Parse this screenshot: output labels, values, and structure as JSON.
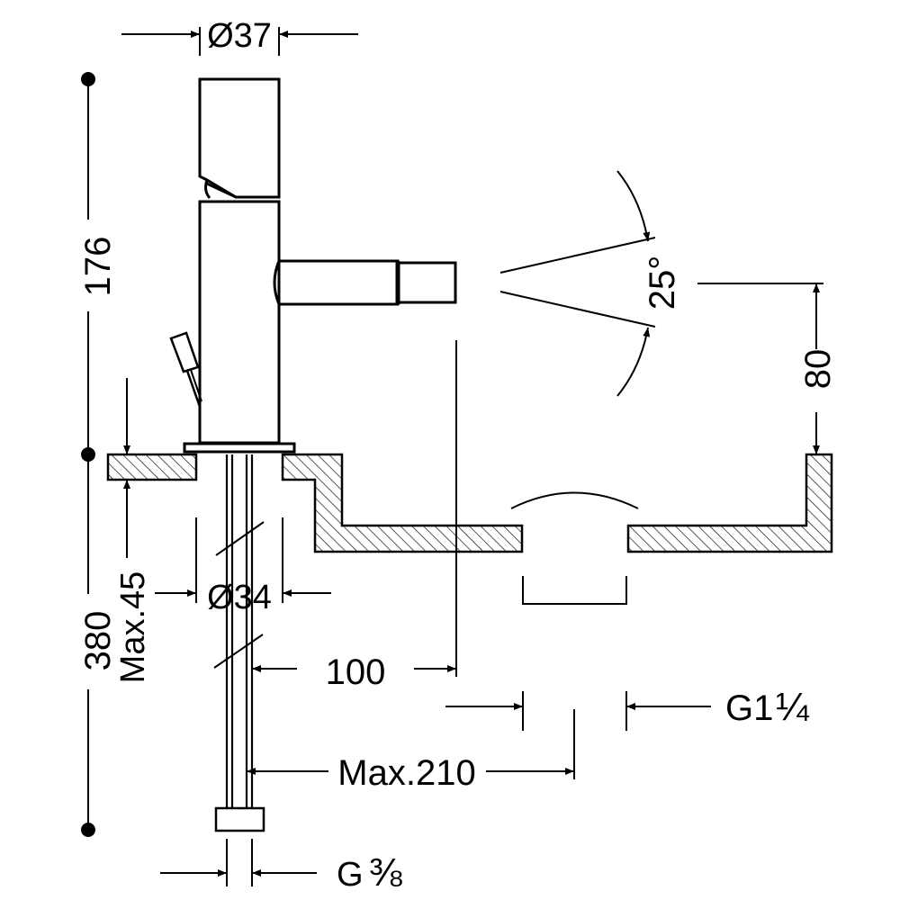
{
  "colors": {
    "ink": "#000000",
    "background": "#ffffff"
  },
  "labels": {
    "top_diameter": "Ø37",
    "height_total": "176",
    "spray_angle": "25°",
    "spout_height": "80",
    "bottom_diameter": "Ø34",
    "deck_thickness": "Max.45",
    "length_total": "380",
    "spout_reach": "100",
    "drain_thread": "G1",
    "drain_fraction": "¼",
    "pop_up_reach": "Max.210",
    "supply_thread": "G",
    "supply_fraction": "⅜"
  }
}
